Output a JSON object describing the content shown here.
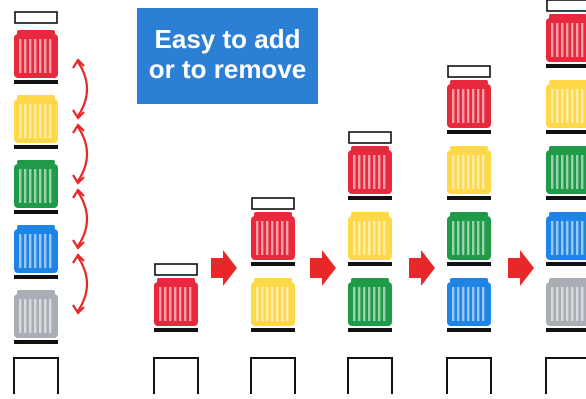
{
  "callout": {
    "line1": "Easy to add",
    "line2": "or to remove",
    "background": "#2b7fd4",
    "text_color": "#ffffff"
  },
  "colors": {
    "red": "#e8283c",
    "yellow": "#ffd84a",
    "green": "#1f9a48",
    "blue": "#1e84e6",
    "gray": "#a9aeb5",
    "arrow": "#e82828",
    "outline": "#111111"
  },
  "reference_stack": {
    "modules": [
      "red",
      "yellow",
      "green",
      "blue",
      "gray"
    ],
    "swap_arrows": 4
  },
  "build_sequence": [
    {
      "modules": [
        "red"
      ]
    },
    {
      "modules": [
        "red",
        "yellow"
      ]
    },
    {
      "modules": [
        "red",
        "yellow",
        "green"
      ]
    },
    {
      "modules": [
        "red",
        "yellow",
        "green",
        "blue"
      ]
    },
    {
      "modules": [
        "red",
        "yellow",
        "green",
        "blue",
        "gray"
      ]
    }
  ],
  "step_arrows": 4
}
